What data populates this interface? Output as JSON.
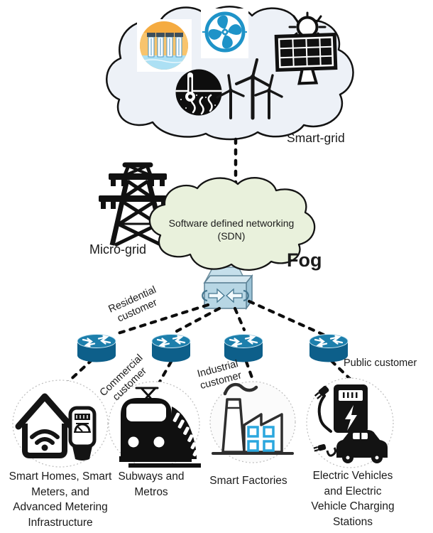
{
  "labels": {
    "smart_grid": "Smart-grid",
    "micro_grid": "Micro-grid",
    "sdn_cloud": "Software defined networking\n(SDN)",
    "fog": "Fog"
  },
  "branches": [
    {
      "customer_type": "Residential\ncustomer"
    },
    {
      "customer_type": "Commercial\ncustomer"
    },
    {
      "customer_type": "Industrial\ncustomer"
    },
    {
      "customer_type": "Public customer"
    }
  ],
  "nodes": [
    {
      "caption": "Smart Homes, Smart\nMeters, and\nAdvanced Metering\nInfrastructure"
    },
    {
      "caption": "Subways and\nMetros"
    },
    {
      "caption": "Smart Factories"
    },
    {
      "caption": "Electric Vehicles\nand Electric\nVehicle Charging\nStations"
    }
  ],
  "icons": {
    "smart_grid_cloud": [
      "hydro-dam-icon",
      "fan-turbine-icon",
      "solar-panel-icon",
      "geothermal-icon",
      "wind-turbines-icon"
    ],
    "micro_grid": "transmission-tower-icon",
    "fog_node": "network-switch-icon",
    "edge_router": "router-icon",
    "node_icons": [
      "smart-home-and-meter-icon",
      "train-icon",
      "factory-icon",
      "ev-charging-icon"
    ]
  },
  "colors": {
    "smart_grid_cloud_fill": "#edf1f7",
    "sdn_cloud_fill": "#e9f1dc",
    "router_blue": "#11678f",
    "switch_blue": "#b7d6e4",
    "factory_window_blue": "#2ba7de",
    "fan_blue": "#1e93c8",
    "dam_orange": "#f5ab40",
    "water_blue": "#ace0f4"
  }
}
